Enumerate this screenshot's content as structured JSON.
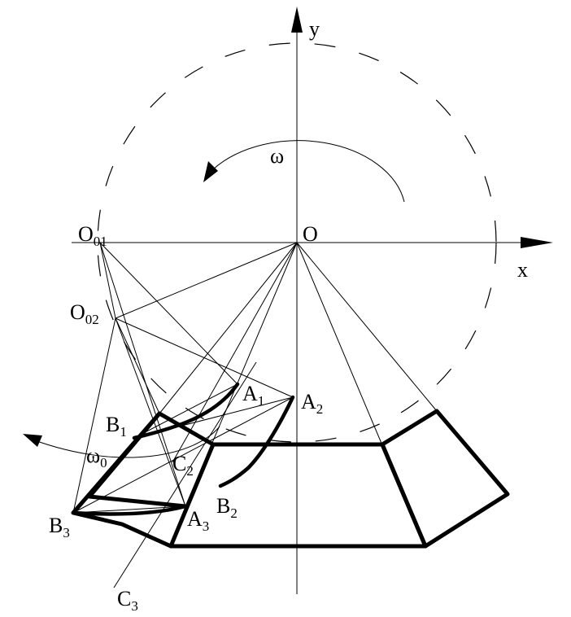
{
  "labels": {
    "y_axis": "y",
    "x_axis": "x",
    "omega": "ω",
    "origin": "O",
    "o01": {
      "main": "O",
      "sub": "01"
    },
    "o02": {
      "main": "O",
      "sub": "02"
    },
    "a1": {
      "main": "A",
      "sub": "1"
    },
    "a2": {
      "main": "A",
      "sub": "2"
    },
    "a3": {
      "main": "A",
      "sub": "3"
    },
    "b1": {
      "main": "B",
      "sub": "1"
    },
    "b2": {
      "main": "B",
      "sub": "2"
    },
    "b3": {
      "main": "B",
      "sub": "3"
    },
    "c2": {
      "main": "C",
      "sub": "2"
    },
    "c3": {
      "main": "C",
      "sub": "3"
    },
    "omega0": {
      "main": "ω",
      "sub": "0"
    }
  }
}
